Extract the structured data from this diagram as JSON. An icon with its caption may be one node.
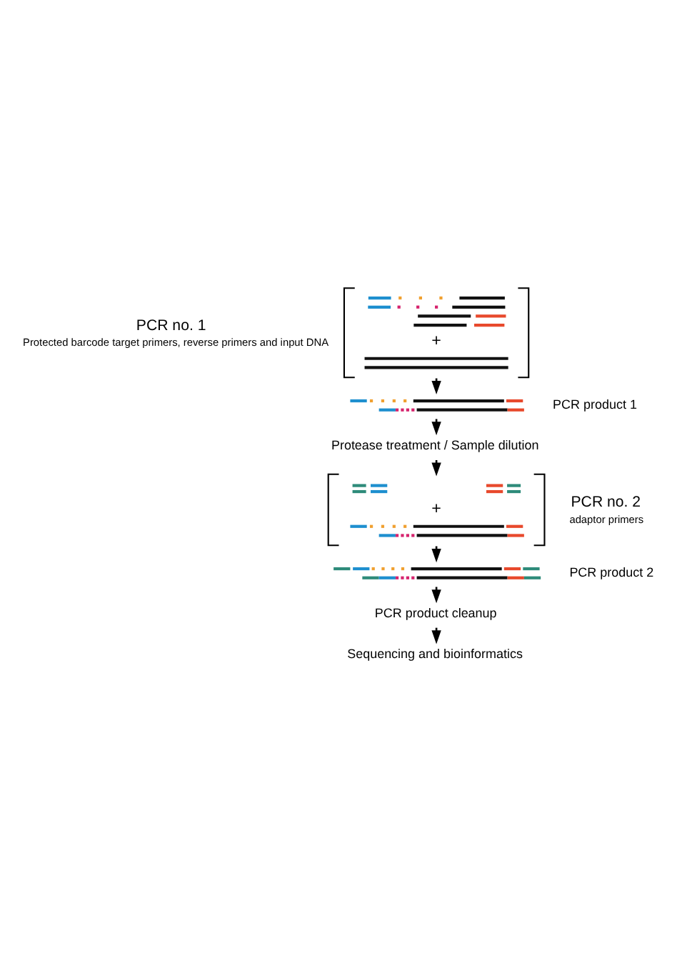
{
  "diagram": {
    "nodes": [
      {
        "text": [],
        "shape": "picture",
        "beside": [
          "PCR no. 1",
          "Protected barcode target primers, reverse primers and input DNA"
        ]
      },
      {
        "text": [],
        "shape": "picture",
        "beside": [
          "PCR product 1"
        ]
      },
      {
        "text": [
          "Protease treatment / Sample dilution"
        ]
      },
      {
        "text": [],
        "shape": "picture",
        "beside": [
          "PCR no. 2",
          "adaptor primers"
        ]
      },
      {
        "text": [],
        "shape": "picture",
        "beside": [
          "PCR product 2"
        ]
      },
      {
        "text": [
          "PCR product cleanup"
        ]
      },
      {
        "text": [
          "Sequencing and bioinformatics"
        ]
      }
    ],
    "edges": [
      {
        "from": 0,
        "to": 1,
        "arrow": "to"
      },
      {
        "from": 1,
        "to": 2,
        "arrow": "to"
      },
      {
        "from": 2,
        "to": 3,
        "arrow": "to"
      },
      {
        "from": 3,
        "to": 4,
        "arrow": "to"
      },
      {
        "from": 4,
        "to": 5,
        "arrow": "to"
      },
      {
        "from": 5,
        "to": 6,
        "arrow": "to"
      }
    ],
    "labels": [
      "+",
      "+"
    ]
  }
}
